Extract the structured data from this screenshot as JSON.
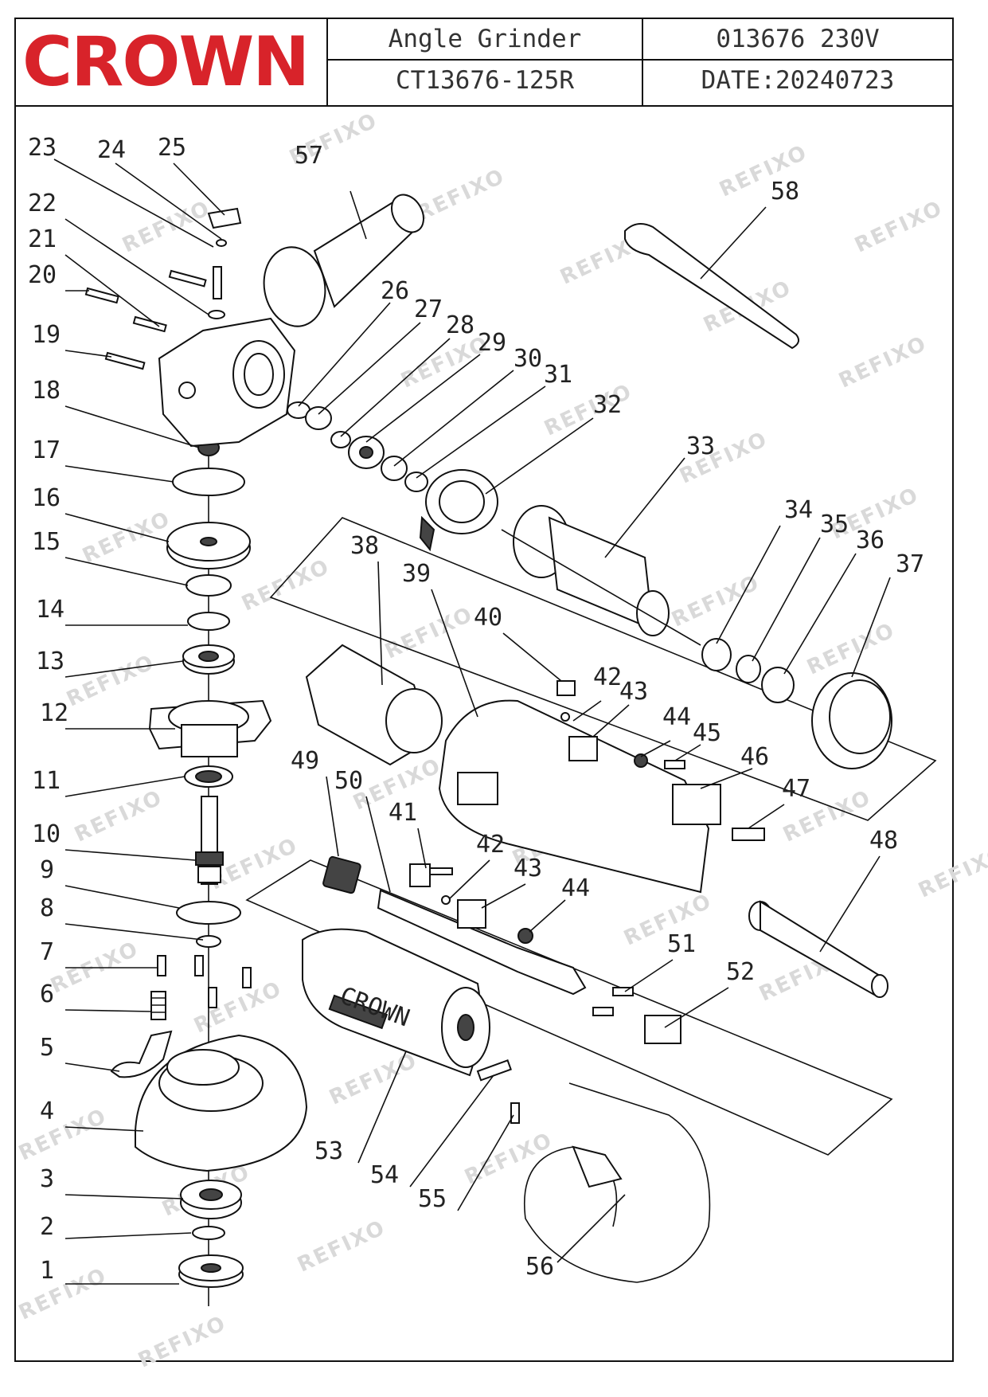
{
  "header": {
    "brand": "CROWN",
    "product_name": "Angle Grinder",
    "model_code": "CT13676-125R",
    "article_voltage": "013676  230V",
    "date": "DATE:20240723"
  },
  "watermark": "REFIXO",
  "part_numbers": [
    "1",
    "2",
    "3",
    "4",
    "5",
    "6",
    "7",
    "8",
    "9",
    "10",
    "11",
    "12",
    "13",
    "14",
    "15",
    "16",
    "17",
    "18",
    "19",
    "20",
    "21",
    "22",
    "23",
    "24",
    "25",
    "26",
    "27",
    "28",
    "29",
    "30",
    "31",
    "32",
    "33",
    "34",
    "35",
    "36",
    "37",
    "38",
    "39",
    "40",
    "41",
    "42",
    "43",
    "44",
    "45",
    "46",
    "47",
    "48",
    "49",
    "50",
    "51",
    "52",
    "53",
    "54",
    "55",
    "56",
    "57",
    "58",
    "42",
    "43",
    "44"
  ],
  "housing_label": "CROWN"
}
